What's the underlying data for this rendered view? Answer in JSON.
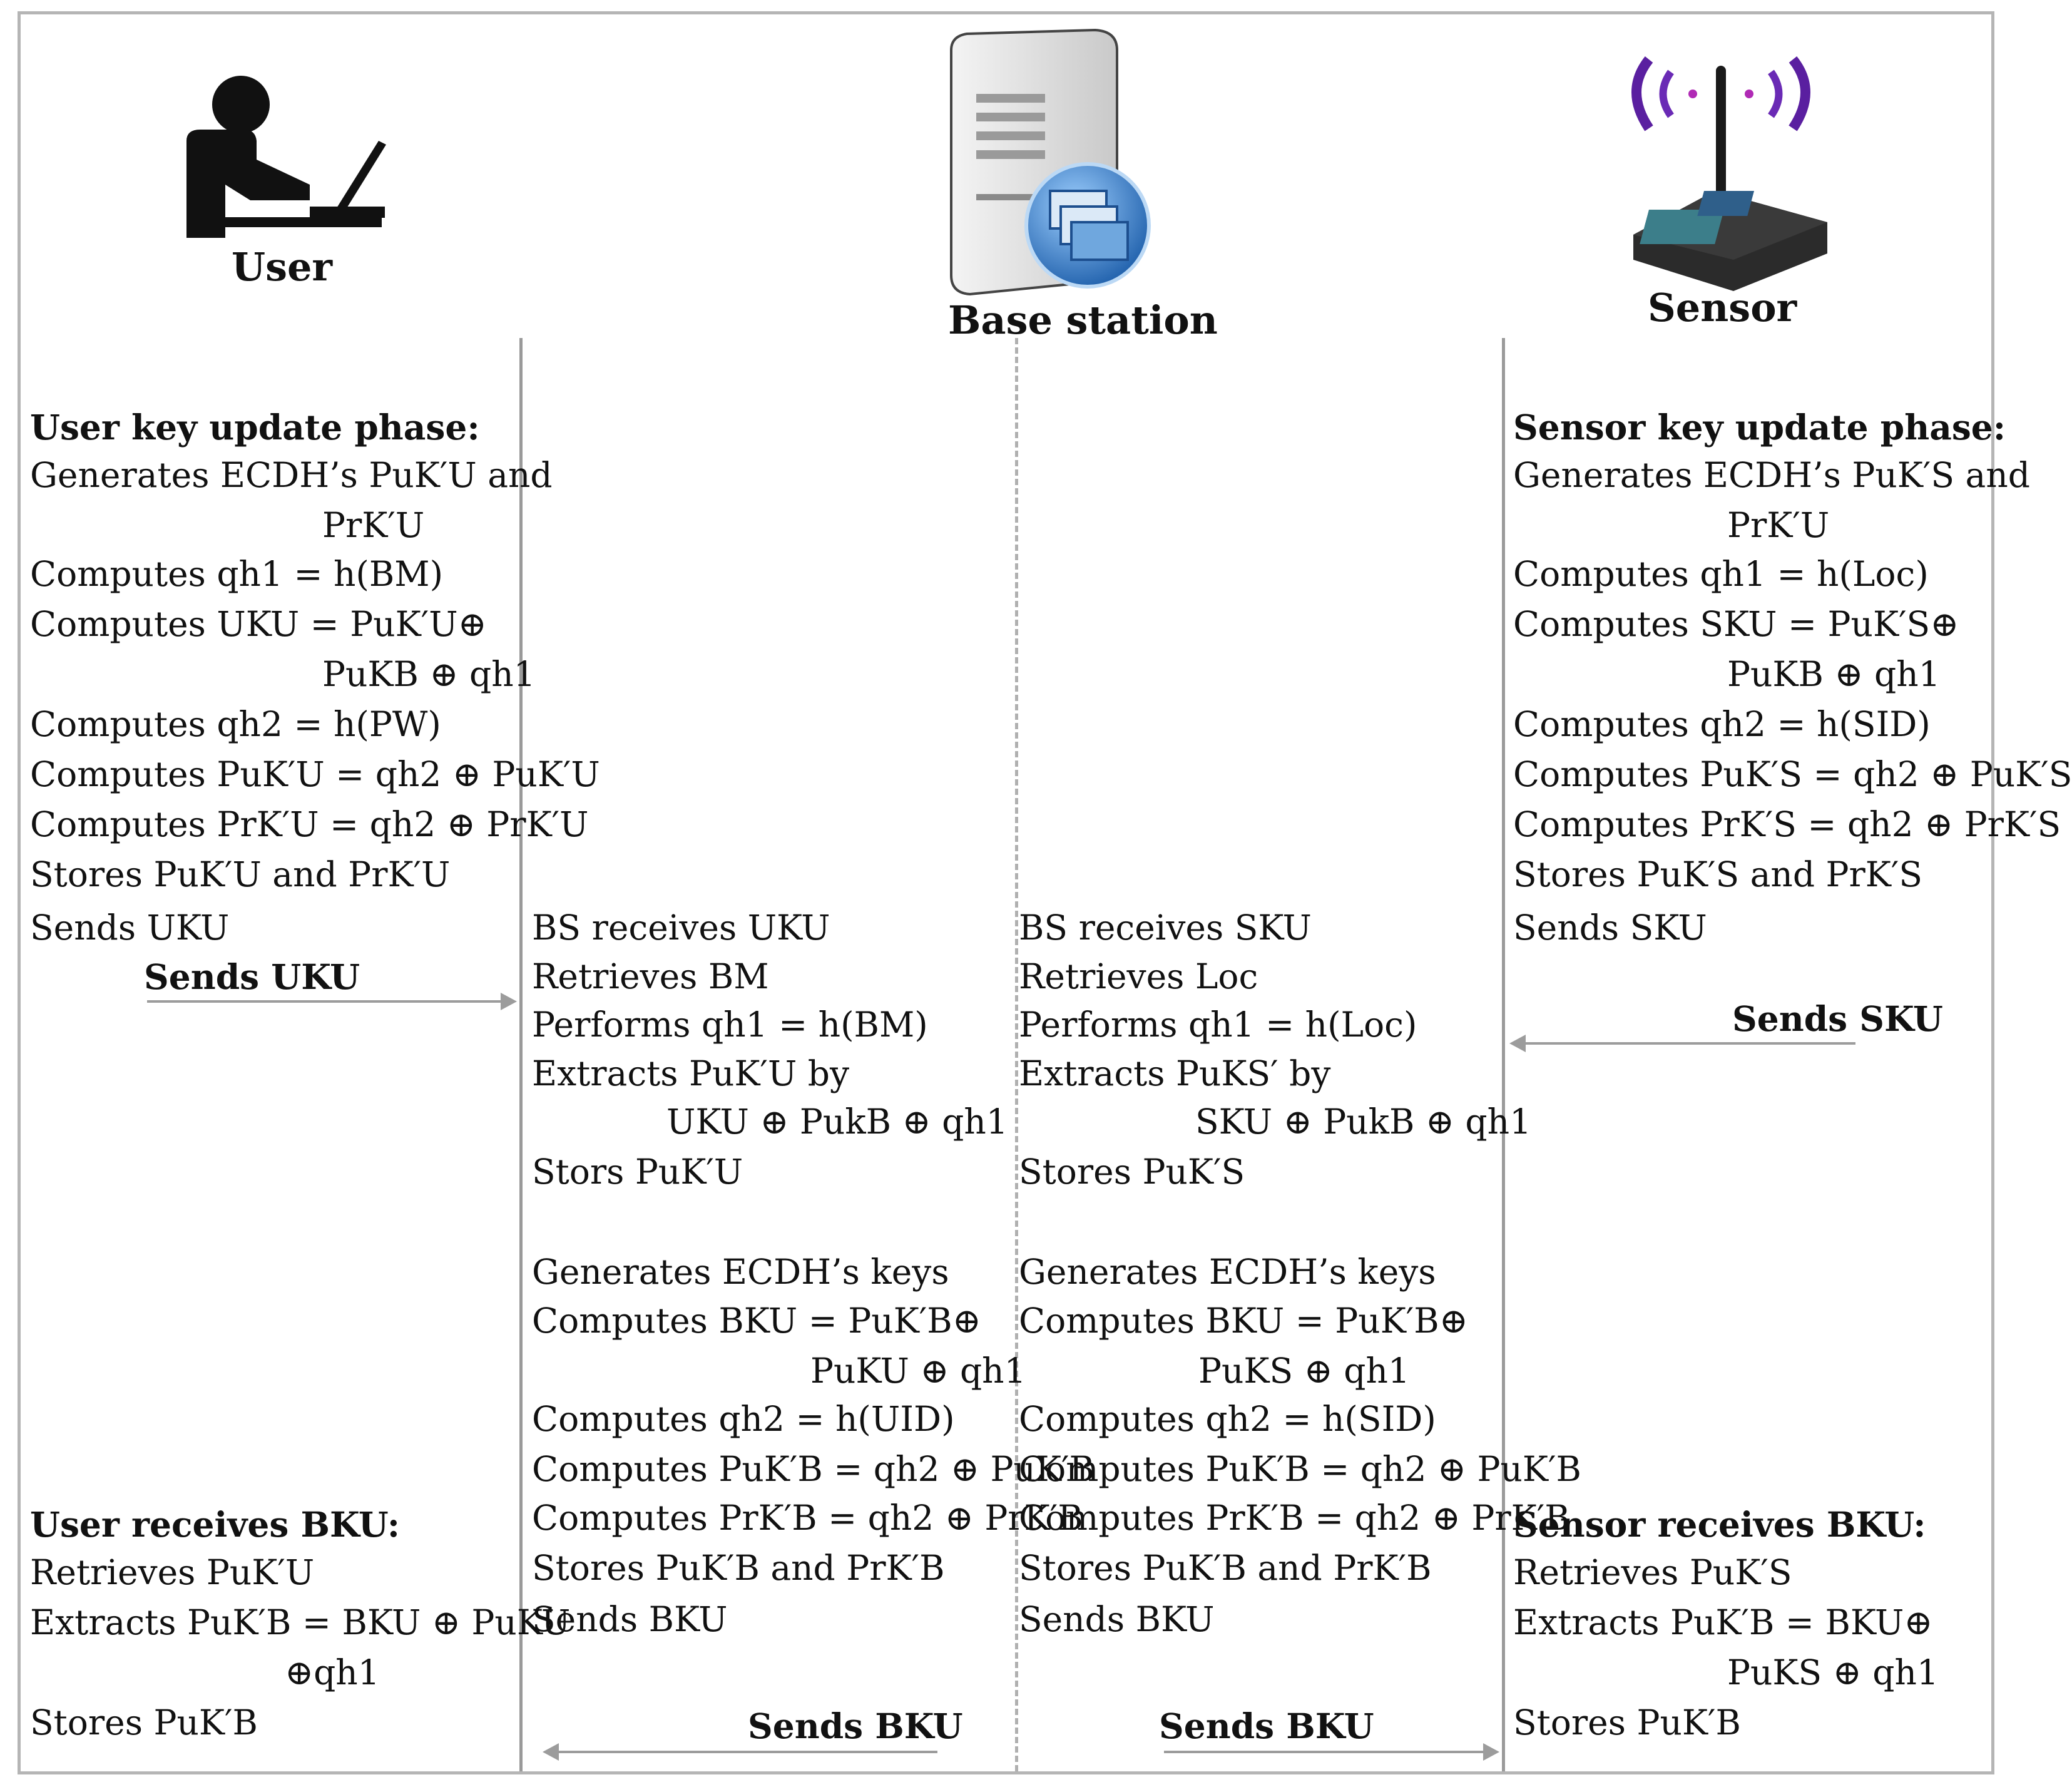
{
  "actors": {
    "user": "User",
    "base_station": "Base station",
    "sensor": "Sensor"
  },
  "user_col": {
    "title": "User key update phase:",
    "lines": [
      "Generates ECDH’s PuK′U and",
      "PrK′U",
      "Computes qh1 = h(BM)",
      "Computes UKU = PuK′U⊕",
      "PuKB ⊕ qh1",
      "Computes qh2 = h(PW)",
      "Computes PuK′U = qh2 ⊕ PuK′U",
      "Computes PrK′U = qh2 ⊕ PrK′U",
      "Stores PuK′U and PrK′U",
      "Sends UKU"
    ],
    "receive_title": "User receives BKU:",
    "receive_lines": [
      "Retrieves PuK′U",
      "Extracts PuK′B = BKU ⊕ PuKU",
      "⊕qh1",
      "Stores PuK′B"
    ]
  },
  "bs_user_col": {
    "receive_title": "BS receives UKU",
    "receive_lines": [
      "Retrieves BM",
      "Performs qh1 = h(BM)",
      "Extracts PuK′U by",
      "UKU ⊕ PukB ⊕ qh1",
      "Stors PuK′U"
    ],
    "gen_lines": [
      "Generates ECDH’s keys",
      "Computes BKU = PuK′B⊕",
      "PuKU ⊕ qh1",
      "Computes qh2 = h(UID)",
      "Computes PuK′B = qh2 ⊕ PuK′B",
      "Computes PrK′B = qh2 ⊕ PrK′B",
      "Stores PuK′B and PrK′B",
      "Sends BKU"
    ]
  },
  "bs_sensor_col": {
    "receive_title": "BS receives SKU",
    "receive_lines": [
      "Retrieves Loc",
      "Performs qh1 = h(Loc)",
      "Extracts PuKS′ by",
      "SKU ⊕ PukB ⊕ qh1",
      "Stores PuK′S"
    ],
    "gen_lines": [
      "Generates ECDH’s keys",
      "Computes BKU = PuK′B⊕",
      "PuKS ⊕ qh1",
      "Computes qh2 = h(SID)",
      "Computes PuK′B = qh2 ⊕ PuK′B",
      "Computes PrK′B = qh2 ⊕ PrK′B",
      "Stores PuK′B and PrK′B",
      "Sends BKU"
    ]
  },
  "sensor_col": {
    "title": "Sensor key update phase:",
    "lines": [
      "Generates ECDH’s PuK′S and",
      "PrK′U",
      "Computes qh1 = h(Loc)",
      "Computes SKU = PuK′S⊕",
      "PuKB ⊕ qh1",
      "Computes qh2 = h(SID)",
      "Computes PuK′S = qh2 ⊕ PuK′S",
      "Computes PrK′S = qh2 ⊕ PrK′S",
      "Stores PuK′S and PrK′S",
      "Sends SKU"
    ],
    "receive_title": "Sensor receives BKU:",
    "receive_lines": [
      "Retrieves PuK′S",
      "Extracts PuK′B = BKU⊕",
      "PuKS ⊕ qh1",
      "Stores PuK′B"
    ]
  },
  "messages": {
    "user_to_bs": "Sends UKU",
    "sensor_to_bs": "Sends SKU",
    "bs_to_user": "Sends BKU",
    "bs_to_sensor": "Sends BKU"
  },
  "icons": [
    "user-at-laptop-icon",
    "server-icon",
    "sensor-board-icon"
  ],
  "colors": {
    "border": "#b5b5b5",
    "lifeline": "#9a9a9a",
    "arrow": "#9c9c9c",
    "signal": "#5a1fa0"
  }
}
